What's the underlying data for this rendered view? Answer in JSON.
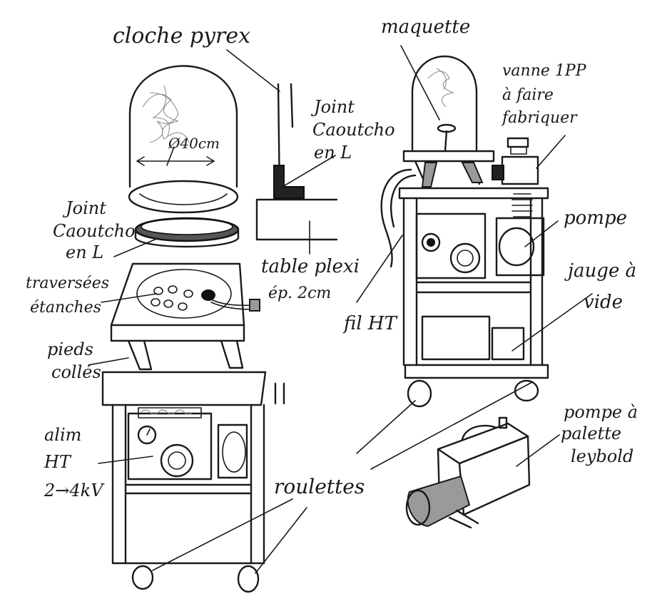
{
  "labels": {
    "cloche": "cloche pyrex",
    "diameter": "Ø40cm",
    "joint_right_1": "Joint",
    "joint_right_2": "Caoutcho",
    "joint_right_3": "en L",
    "joint_left_1": "Joint",
    "joint_left_2": "Caoutcho",
    "joint_left_3": "en L",
    "traversees_1": "traversées",
    "traversees_2": "étanches",
    "pieds_1": "pieds",
    "pieds_2": "collés",
    "alim_1": "alim",
    "alim_2": "HT",
    "alim_3": "2→4kV",
    "table_1": "table plexi",
    "table_2": "ép. 2cm",
    "maquette": "maquette",
    "vanne_1": "vanne 1PP",
    "vanne_2": "à faire",
    "vanne_3": "fabriquer",
    "pompe": "pompe",
    "jauge_1": "jauge à",
    "jauge_2": "vide",
    "fil": "fil HT",
    "roulettes": "roulettes",
    "palette_1": "pompe à",
    "palette_2": "palette",
    "palette_3": "leybold"
  }
}
